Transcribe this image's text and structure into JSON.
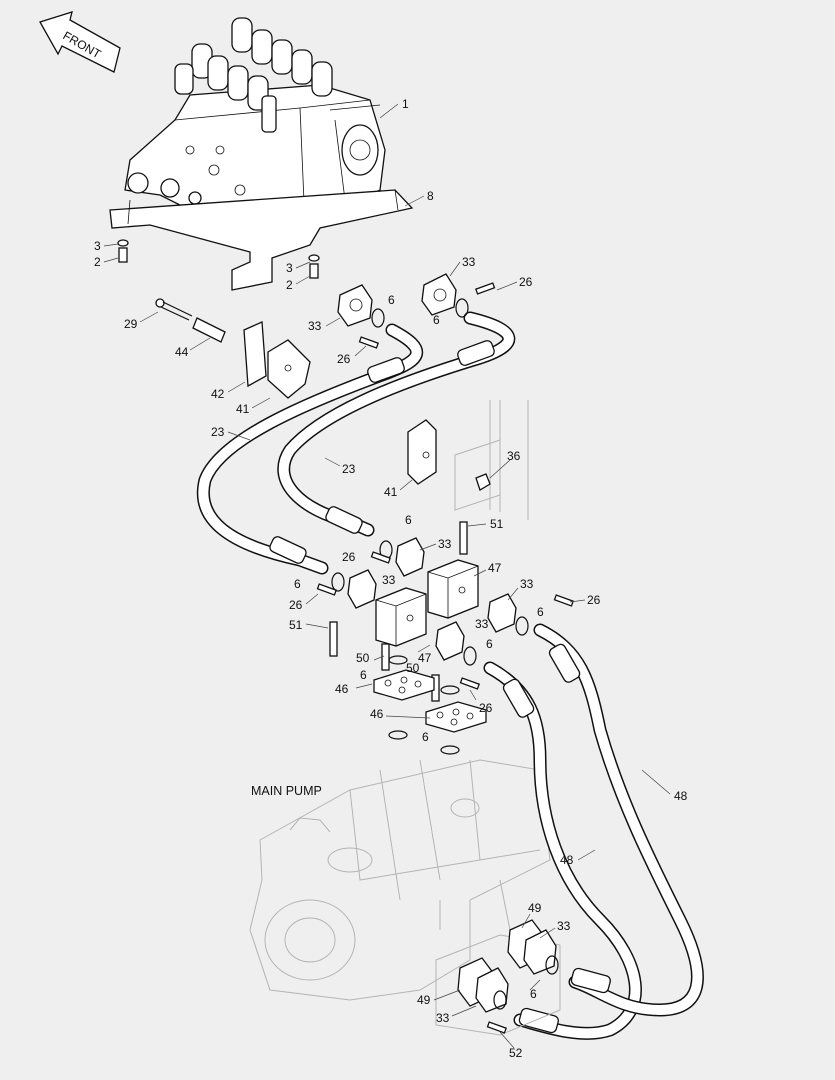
{
  "diagram": {
    "front_label": "FRONT",
    "main_pump_label": "MAIN PUMP",
    "callouts": [
      {
        "id": "c1",
        "text": "1"
      },
      {
        "id": "c8",
        "text": "8"
      },
      {
        "id": "c3a",
        "text": "3"
      },
      {
        "id": "c2a",
        "text": "2"
      },
      {
        "id": "c3b",
        "text": "3"
      },
      {
        "id": "c2b",
        "text": "2"
      },
      {
        "id": "c33a",
        "text": "33"
      },
      {
        "id": "c26a",
        "text": "26"
      },
      {
        "id": "c6a",
        "text": "6"
      },
      {
        "id": "c6b",
        "text": "6"
      },
      {
        "id": "c33b",
        "text": "33"
      },
      {
        "id": "c26b",
        "text": "26"
      },
      {
        "id": "c29",
        "text": "29"
      },
      {
        "id": "c44",
        "text": "44"
      },
      {
        "id": "c42",
        "text": "42"
      },
      {
        "id": "c41a",
        "text": "41"
      },
      {
        "id": "c23a",
        "text": "23"
      },
      {
        "id": "c23b",
        "text": "23"
      },
      {
        "id": "c41b",
        "text": "41"
      },
      {
        "id": "c36",
        "text": "36"
      },
      {
        "id": "c6c",
        "text": "6"
      },
      {
        "id": "c51a",
        "text": "51"
      },
      {
        "id": "c33c",
        "text": "33"
      },
      {
        "id": "c26c",
        "text": "26"
      },
      {
        "id": "c47a",
        "text": "47"
      },
      {
        "id": "c6d",
        "text": "6"
      },
      {
        "id": "c33d",
        "text": "33"
      },
      {
        "id": "c26d",
        "text": "26"
      },
      {
        "id": "c33e",
        "text": "33"
      },
      {
        "id": "c26e",
        "text": "26"
      },
      {
        "id": "c6e",
        "text": "6"
      },
      {
        "id": "c51b",
        "text": "51"
      },
      {
        "id": "c33f",
        "text": "33"
      },
      {
        "id": "c6f",
        "text": "6"
      },
      {
        "id": "c50a",
        "text": "50"
      },
      {
        "id": "c47b",
        "text": "47"
      },
      {
        "id": "c6g",
        "text": "6"
      },
      {
        "id": "c50b",
        "text": "50"
      },
      {
        "id": "c46a",
        "text": "46"
      },
      {
        "id": "c26f",
        "text": "26"
      },
      {
        "id": "c46b",
        "text": "46"
      },
      {
        "id": "c6h",
        "text": "6"
      },
      {
        "id": "c48a",
        "text": "48"
      },
      {
        "id": "c48b",
        "text": "48"
      },
      {
        "id": "c49a",
        "text": "49"
      },
      {
        "id": "c33g",
        "text": "33"
      },
      {
        "id": "c6i",
        "text": "6"
      },
      {
        "id": "c49b",
        "text": "49"
      },
      {
        "id": "c33h",
        "text": "33"
      },
      {
        "id": "c52",
        "text": "52"
      }
    ]
  }
}
